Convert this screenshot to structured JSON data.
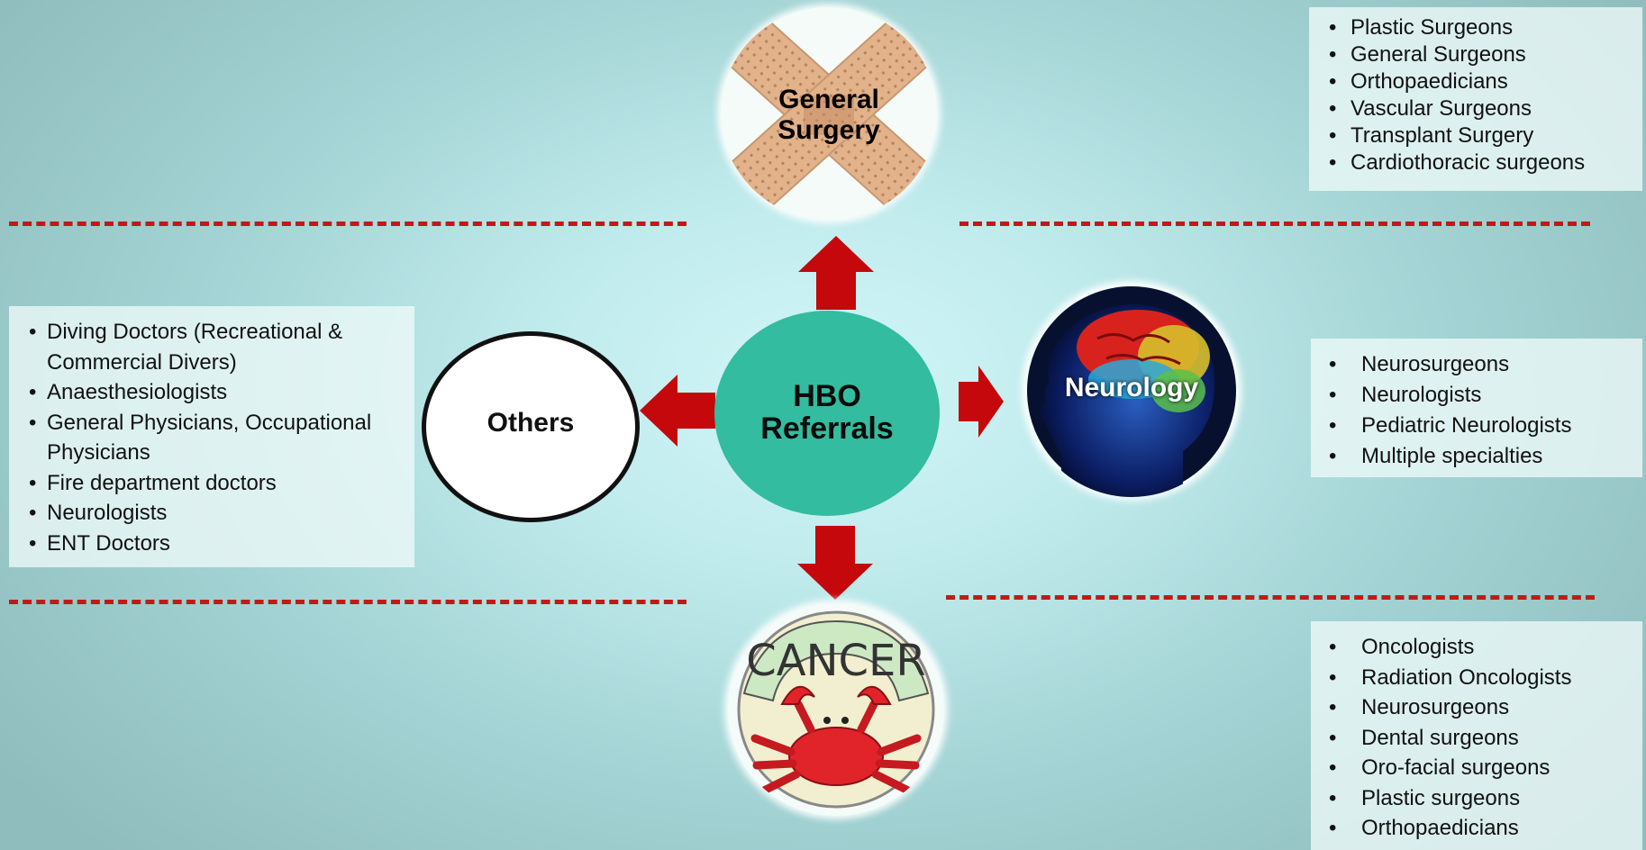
{
  "center": {
    "line1": "HBO",
    "line2": "Referrals",
    "color": "#33bc9f"
  },
  "general_surgery": {
    "line1": "General",
    "line2": "Surgery",
    "items": [
      "Plastic Surgeons",
      "General Surgeons",
      "Orthopaedicians",
      "Vascular Surgeons",
      "Transplant Surgery",
      "Cardiothoracic surgeons"
    ]
  },
  "neurology": {
    "label": "Neurology",
    "items": [
      "Neurosurgeons",
      "Neurologists",
      "Pediatric Neurologists",
      "Multiple specialties"
    ]
  },
  "cancer": {
    "label": "CANCER",
    "items": [
      "Oncologists",
      "Radiation Oncologists",
      "Neurosurgeons",
      "Dental surgeons",
      "Oro-facial surgeons",
      "Plastic surgeons",
      "Orthopaedicians"
    ]
  },
  "others": {
    "label": "Others",
    "items": [
      "Diving Doctors (Recreational & Commercial Divers)",
      "Anaesthesiologists",
      "General Physicians, Occupational Physicians",
      "Fire department doctors",
      "Neurologists",
      "ENT Doctors"
    ]
  },
  "colors": {
    "arrow": "#c4080c",
    "divider": "#c01a18",
    "box": "#eefaf8"
  },
  "icons": [
    "bandage-cross-icon",
    "brain-head-icon",
    "crab-icon"
  ]
}
